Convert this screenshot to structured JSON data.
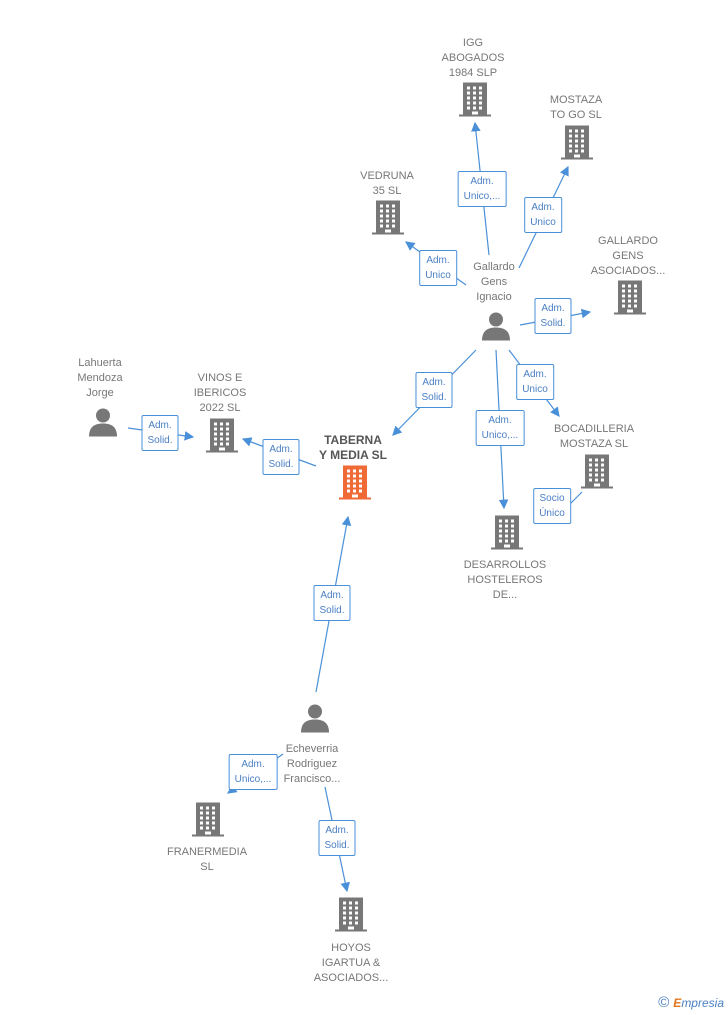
{
  "nodes": [
    {
      "id": "igg",
      "label": "IGG\nABOGADOS\n1984  SLP",
      "type": "company"
    },
    {
      "id": "mostaza",
      "label": "MOSTAZA\nTO GO  SL",
      "type": "company"
    },
    {
      "id": "vedruna",
      "label": "VEDRUNA\n35 SL",
      "type": "company"
    },
    {
      "id": "gallardo_gens",
      "label": "GALLARDO\nGENS\nASOCIADOS...",
      "type": "company"
    },
    {
      "id": "gallardo",
      "label": "Gallardo\nGens\nIgnacio",
      "type": "person"
    },
    {
      "id": "lahuerta",
      "label": "Lahuerta\nMendoza\nJorge",
      "type": "person"
    },
    {
      "id": "vinos",
      "label": "VINOS E\nIBERICOS\n2022  SL",
      "type": "company"
    },
    {
      "id": "taberna",
      "label": "TABERNA\nY MEDIA  SL",
      "type": "company",
      "main": true
    },
    {
      "id": "bocadilleria",
      "label": "BOCADILLERIA\nMOSTAZA  SL",
      "type": "company"
    },
    {
      "id": "desarrollos",
      "label": "DESARROLLOS\nHOSTELEROS\nDE...",
      "type": "company"
    },
    {
      "id": "echeverria",
      "label": "Echeverria\nRodriguez\nFrancisco...",
      "type": "person"
    },
    {
      "id": "franermedia",
      "label": "FRANERMEDIA\nSL",
      "type": "company"
    },
    {
      "id": "hoyos",
      "label": "HOYOS\nIGARTUA &\nASOCIADOS...",
      "type": "company"
    }
  ],
  "edges": [
    {
      "from": "gallardo",
      "to": "igg",
      "label": "Adm.\nUnico,..."
    },
    {
      "from": "gallardo",
      "to": "mostaza",
      "label": "Adm.\nUnico"
    },
    {
      "from": "gallardo",
      "to": "vedruna",
      "label": "Adm.\nUnico"
    },
    {
      "from": "gallardo",
      "to": "gallardo_gens",
      "label": "Adm.\nSolid."
    },
    {
      "from": "gallardo",
      "to": "taberna",
      "label": "Adm.\nSolid."
    },
    {
      "from": "gallardo",
      "to": "desarrollos",
      "label": "Adm.\nUnico,..."
    },
    {
      "from": "gallardo",
      "to": "bocadilleria",
      "label": "Adm.\nUnico"
    },
    {
      "from": "bocadilleria",
      "to": "desarrollos",
      "label": "Socio\nÚnico"
    },
    {
      "from": "lahuerta",
      "to": "vinos",
      "label": "Adm.\nSolid."
    },
    {
      "from": "taberna",
      "to": "vinos",
      "label": "Adm.\nSolid."
    },
    {
      "from": "echeverria",
      "to": "taberna",
      "label": "Adm.\nSolid."
    },
    {
      "from": "echeverria",
      "to": "franermedia",
      "label": "Adm.\nUnico,..."
    },
    {
      "from": "echeverria",
      "to": "hoyos",
      "label": "Adm.\nSolid."
    }
  ],
  "colors": {
    "company": "#777777",
    "main_company": "#f06a35",
    "person": "#777777",
    "edge": "#4a90d9"
  },
  "icons": {
    "company": "building-icon",
    "person": "person-icon"
  },
  "brand": {
    "symbol": "©",
    "first": "E",
    "rest": "mpresia"
  }
}
